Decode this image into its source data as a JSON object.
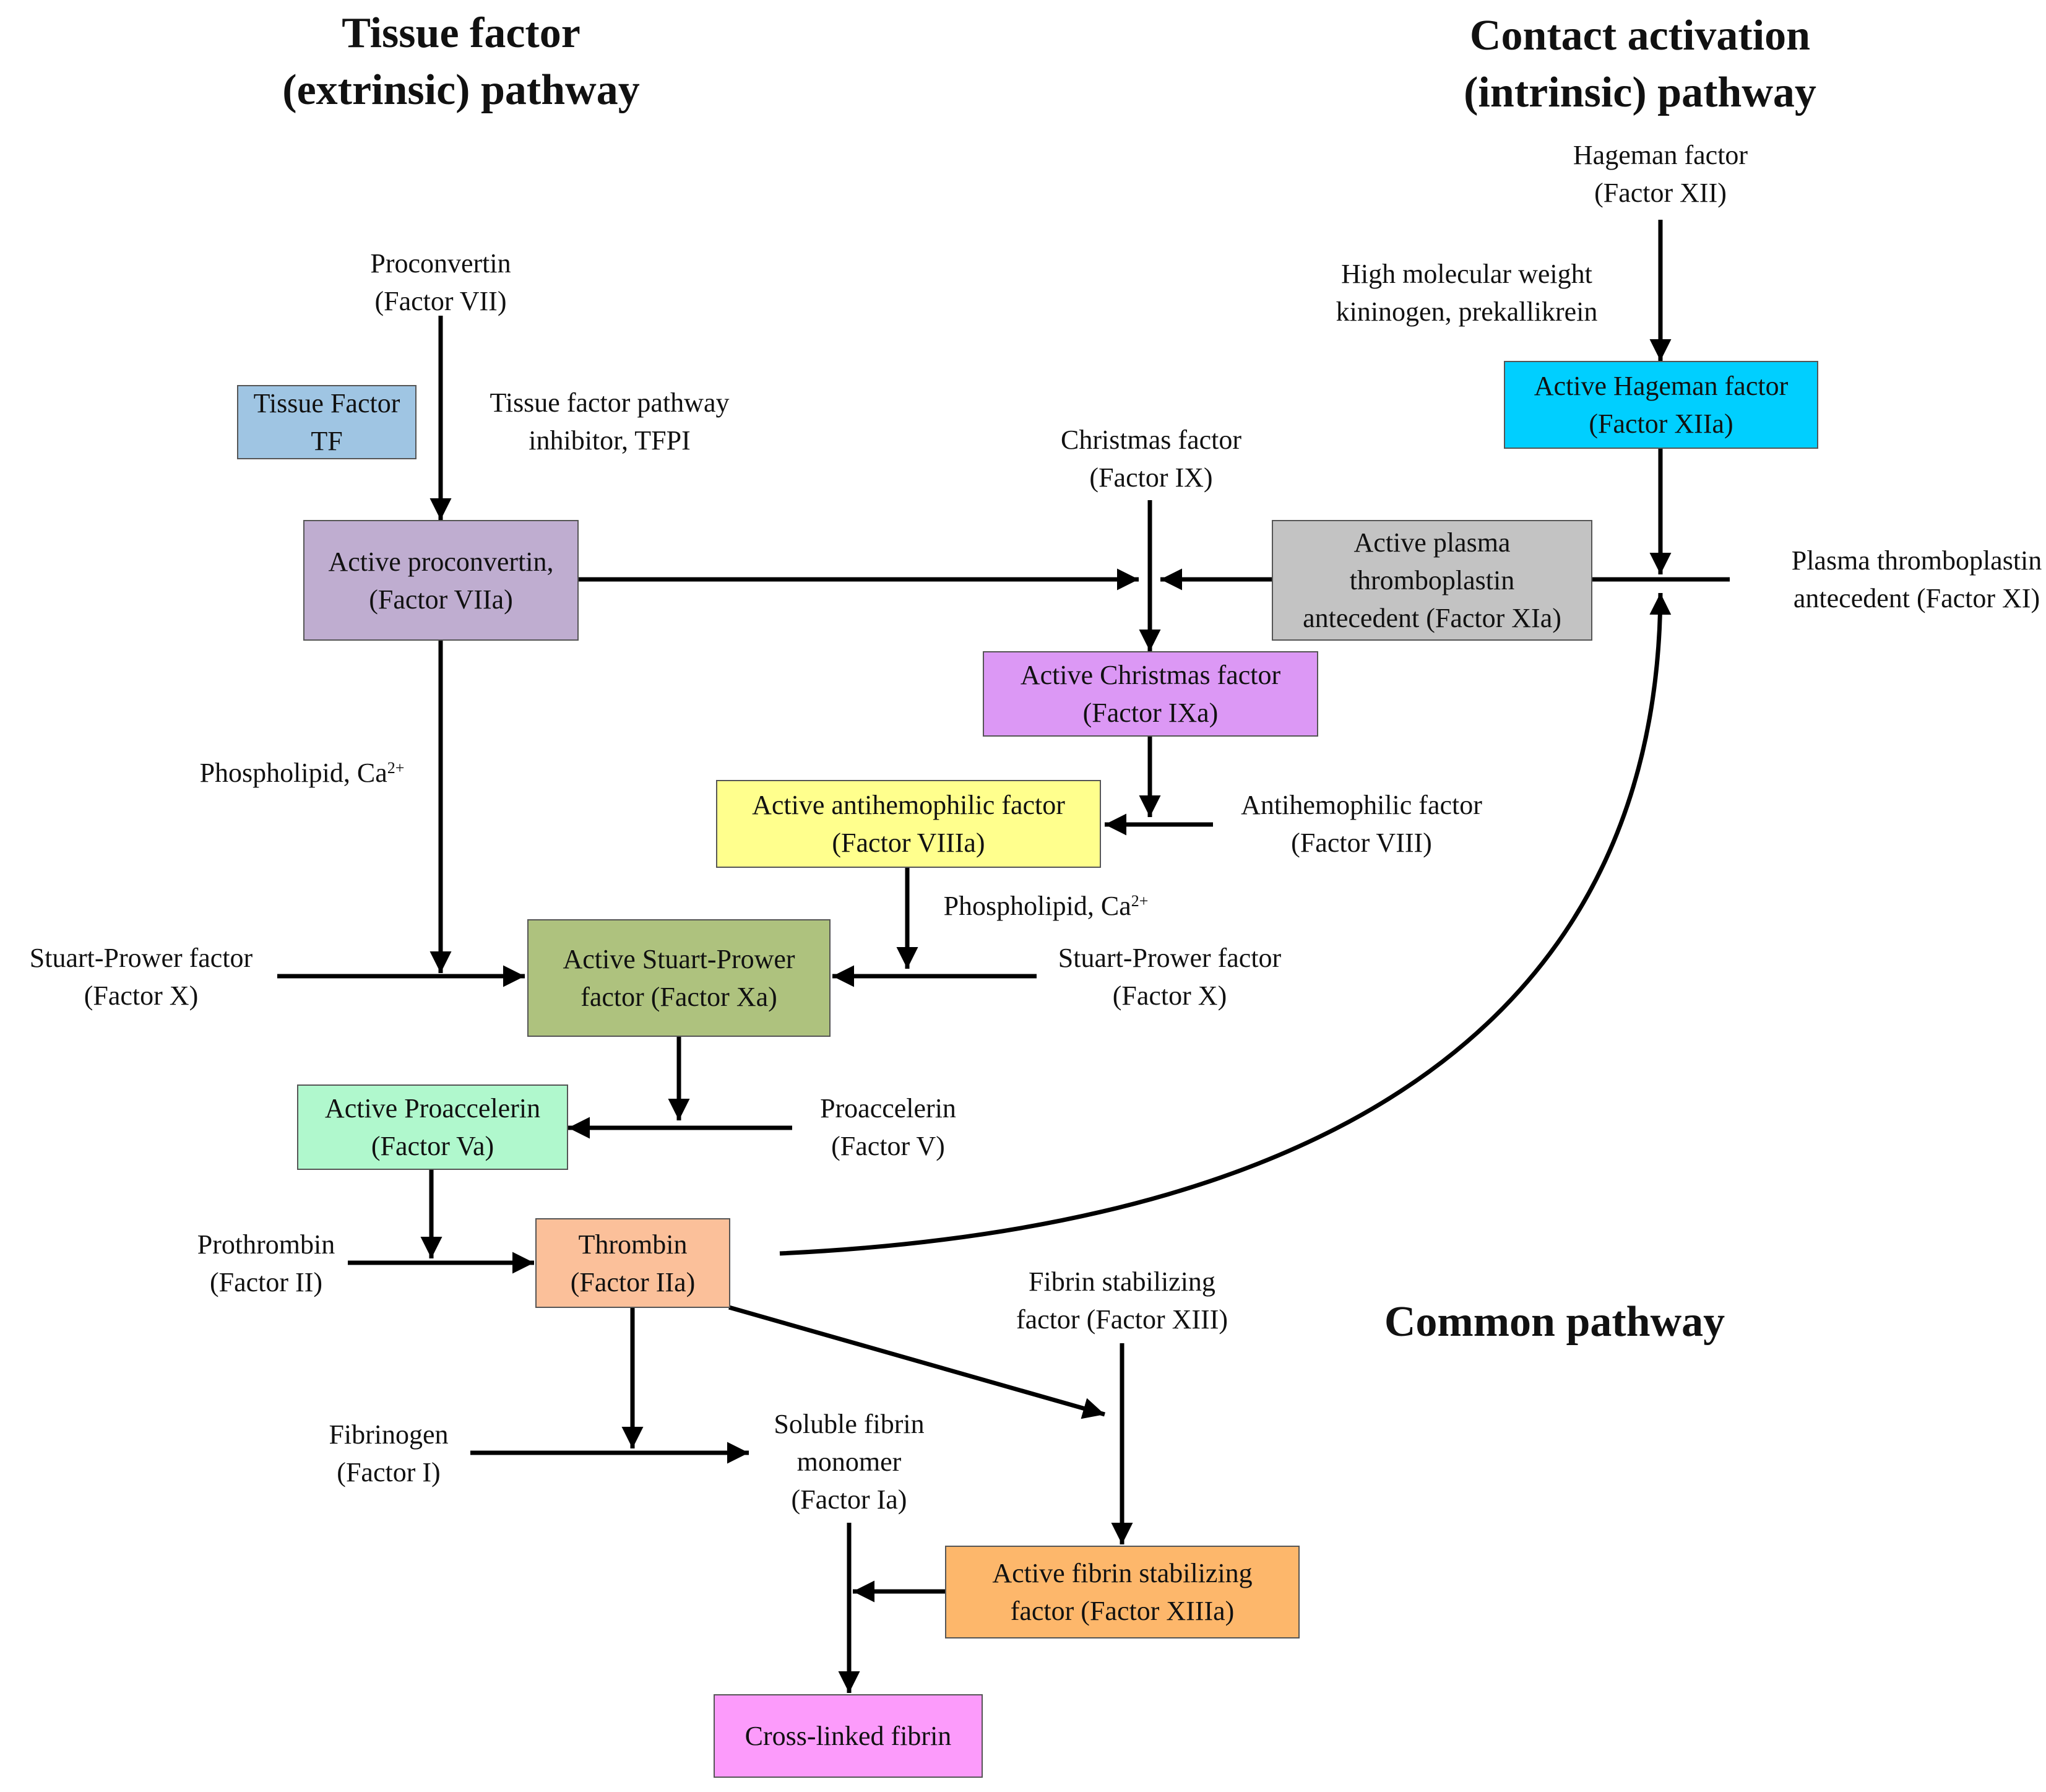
{
  "titles": {
    "extrinsic_1": "Tissue factor",
    "extrinsic_2": "(extrinsic) pathway",
    "intrinsic_1": "Contact activation",
    "intrinsic_2": "(intrinsic) pathway",
    "common": "Common pathway"
  },
  "labels": {
    "proconvertin_1": "Proconvertin",
    "proconvertin_2": "(Factor VII)",
    "tfpi_1": "Tissue factor pathway",
    "tfpi_2": "inhibitor, TFPI",
    "hageman_1": "Hageman factor",
    "hageman_2": "(Factor XII)",
    "hmwk_1": "High molecular weight",
    "hmwk_2": "kininogen,  prekallikrein",
    "christmas_1": "Christmas factor",
    "christmas_2": "(Factor IX)",
    "pta_1": "Plasma thromboplastin",
    "pta_2": "antecedent  (Factor XI)",
    "phospholipid_left": "Phospholipid, Ca",
    "phospholipid_right": "Phospholipid, Ca",
    "ca_charge": "2+",
    "antihemophilic_1": "Antihemophilic factor",
    "antihemophilic_2": "(Factor VIII)",
    "stuart_left_1": "Stuart-Prower factor",
    "stuart_left_2": "(Factor X)",
    "stuart_right_1": "Stuart-Prower factor",
    "stuart_right_2": "(Factor X)",
    "proaccelerin_1": "Proaccelerin",
    "proaccelerin_2": "(Factor V)",
    "prothrombin_1": "Prothrombin",
    "prothrombin_2": "(Factor II)",
    "fibrin_stab_1": "Fibrin stabilizing",
    "fibrin_stab_2": "factor (Factor XIII)",
    "fibrinogen_1": "Fibrinogen",
    "fibrinogen_2": "(Factor I)",
    "soluble_1": "Soluble fibrin",
    "soluble_2": "monomer",
    "soluble_3": "(Factor Ia)"
  },
  "boxes": {
    "tissue_factor": {
      "line1": "Tissue Factor",
      "line2": "TF",
      "color": "#9fc5e3"
    },
    "viia": {
      "line1": "Active proconvertin,",
      "line2": "(Factor VIIa)",
      "color": "#bfadd0"
    },
    "xiia": {
      "line1": "Active Hageman factor",
      "line2": "(Factor XIIa)",
      "color": "#00cfff"
    },
    "xia": {
      "line1": "Active plasma",
      "line2": "thromboplastin",
      "line3": "antecedent (Factor XIa)",
      "color": "#c3c3c3"
    },
    "ixa": {
      "line1": "Active Christmas factor",
      "line2": "(Factor IXa)",
      "color": "#dc98f5"
    },
    "viiia": {
      "line1": "Active antihemophilic factor",
      "line2": "(Factor VIIIa)",
      "color": "#ffff8d"
    },
    "xa": {
      "line1": "Active Stuart-Prower",
      "line2": "factor (Factor Xa)",
      "color": "#aec27e"
    },
    "va": {
      "line1": "Active Proaccelerin",
      "line2": "(Factor Va)",
      "color": "#b0f8cd"
    },
    "iia": {
      "line1": "Thrombin",
      "line2": "(Factor IIa)",
      "color": "#fbc09a"
    },
    "xiiia": {
      "line1": "Active fibrin stabilizing",
      "line2": "factor (Factor XIIIa)",
      "color": "#fdb76b"
    },
    "crosslinked": {
      "line1": "Cross-linked fibrin",
      "color": "#fc9bfb"
    }
  }
}
